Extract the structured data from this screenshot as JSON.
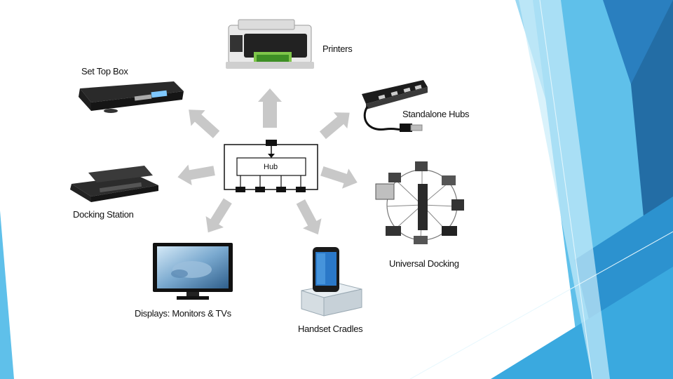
{
  "diagram": {
    "center": {
      "label": "Hub"
    },
    "devices": [
      {
        "id": "printers",
        "label": "Printers",
        "icon": "printer-icon"
      },
      {
        "id": "set-top-box",
        "label": "Set Top Box",
        "icon": "set-top-box-icon"
      },
      {
        "id": "standalone-hubs",
        "label": "Standalone Hubs",
        "icon": "usb-hub-icon"
      },
      {
        "id": "docking-station",
        "label": "Docking Station",
        "icon": "docking-station-icon"
      },
      {
        "id": "universal-docking",
        "label": "Universal Docking",
        "icon": "universal-docking-icon"
      },
      {
        "id": "displays",
        "label": "Displays: Monitors & TVs",
        "icon": "monitor-icon"
      },
      {
        "id": "handset-cradles",
        "label": "Handset Cradles",
        "icon": "phone-cradle-icon"
      }
    ]
  },
  "colors": {
    "accent_dark": "#1f6fa8",
    "accent_mid": "#2f9fd6",
    "accent_light": "#8fd3f0",
    "arrow": "#c8c8c8"
  }
}
